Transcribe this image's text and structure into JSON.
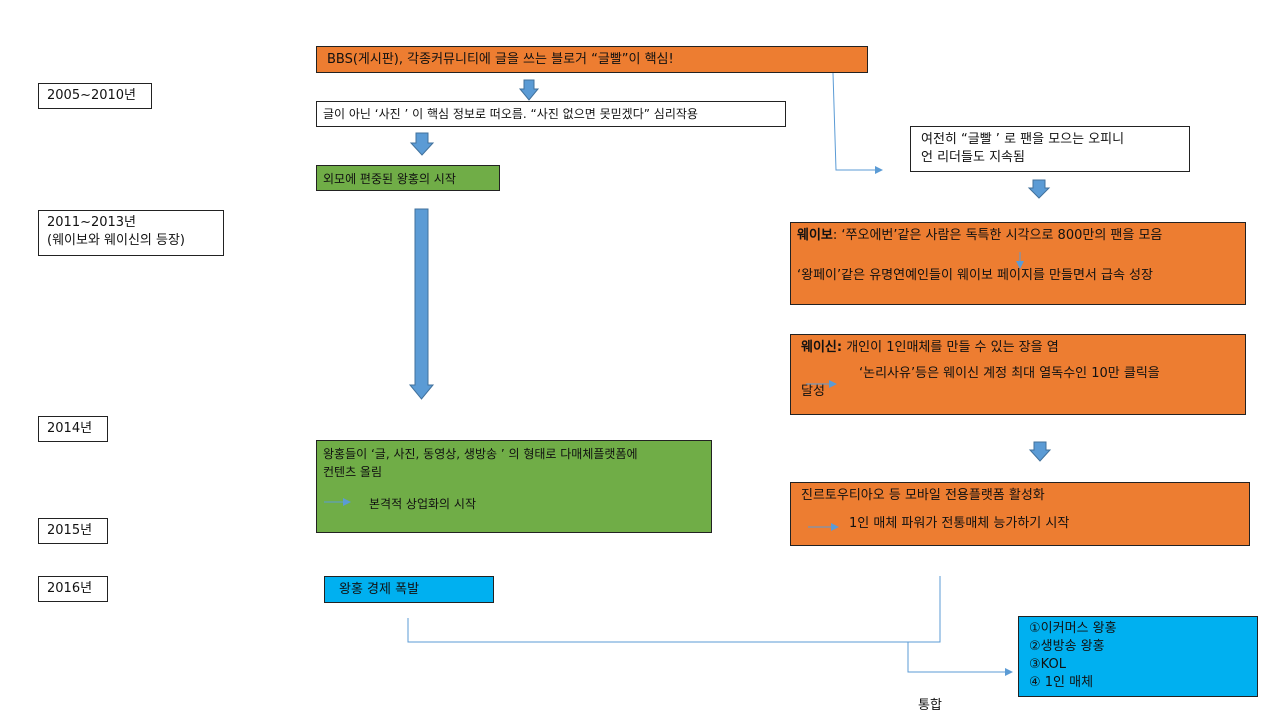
{
  "years": {
    "y2005": "2005~2010년",
    "y2011_line1": "2011~2013년",
    "y2011_line2": "(웨이보와 웨이신의 등장)",
    "y2014": "2014년",
    "y2015": "2015년",
    "y2016": "2016년"
  },
  "left": {
    "bbs": "BBS(게시판), 각종커뮤니티에 글을 쓰는 블로거 “글빨”이 핵심!",
    "photo": "글이 아닌 ‘사진 ’ 이 핵심 정보로 떠오름. “사진 없으면 못믿겠다” 심리작용",
    "appearance": "외모에 편중된 왕홍의 시작",
    "content_line1": "왕홍들이 ‘글, 사진, 동영상, 생방송 ’ 의 형태로 다매체플랫폼에",
    "content_line2": "컨텐츠 올림",
    "content_sub": "본격적 상업화의 시작",
    "boom": "왕홍 경제 폭발"
  },
  "right": {
    "opinion_line1": "여전히 “글빨 ’ 로 팬을 모으는 오피니",
    "opinion_line2": "언 리더들도 지속됨",
    "weibo_label": "웨이보",
    "weibo_text": ": ‘쭈오에번’같은 사람은 독특한 시각으로 800만의 팬을 모음",
    "weibo_sub": "‘왕페이’같은 유명연예인들이 웨이보 페이지를 만들면서 급속 성장",
    "weixin_label": "웨이신:",
    "weixin_text": " 개인이 1인매체를 만들 수 있는 장을 염",
    "weixin_sub_line1": "‘논리사유’등은 웨이신 계정 최대 열독수인 10만 클릭을",
    "weixin_sub_line2": "달성",
    "mobile": "진르토우티아오 등 모바일 전용플랫폼 활성화",
    "mobile_sub": "1인 매체 파워가 전통매체 능가하기 시작"
  },
  "result": {
    "item1": "①이커머스 왕홍",
    "item2": "②생방송 왕홍",
    "item3": "③KOL",
    "item4": "④ 1인 매체"
  },
  "merge_label": "통합",
  "colors": {
    "orange": "#ed7d31",
    "green": "#70ad47",
    "blue": "#00b0f0",
    "arrow_blue": "#5b9bd5",
    "connector": "#5b9bd5"
  }
}
